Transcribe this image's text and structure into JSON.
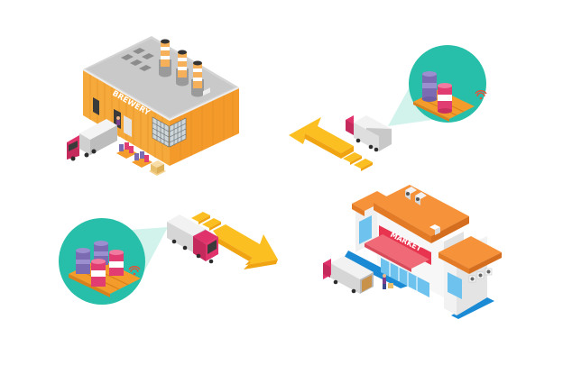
{
  "illustration": {
    "description": "Isometric supply chain illustration: brewery ships barrels by truck to a market",
    "brewery": {
      "sign_text": "BREWERY"
    },
    "market": {
      "sign_text": "MARKET"
    },
    "colors": {
      "background": "#ffffff",
      "building_orange": "#f6a93b",
      "roof_gray": "#cfcfcf",
      "market_roof": "#f5923a",
      "market_sign": "#e8344e",
      "awning": "#ef6a76",
      "truck_cab": "#e0336c",
      "truck_box": "#d9d9d9",
      "arrow_yellow": "#fbbf21",
      "magnifier_teal": "#27bfa9",
      "barrel_purple": "#7a6bb3",
      "barrel_pink": "#e23d73",
      "pallet": "#f39c2b",
      "rfid_signal": "#e0533a",
      "window_blue": "#6ec3ee",
      "base_blue": "#1a8ad4"
    }
  }
}
